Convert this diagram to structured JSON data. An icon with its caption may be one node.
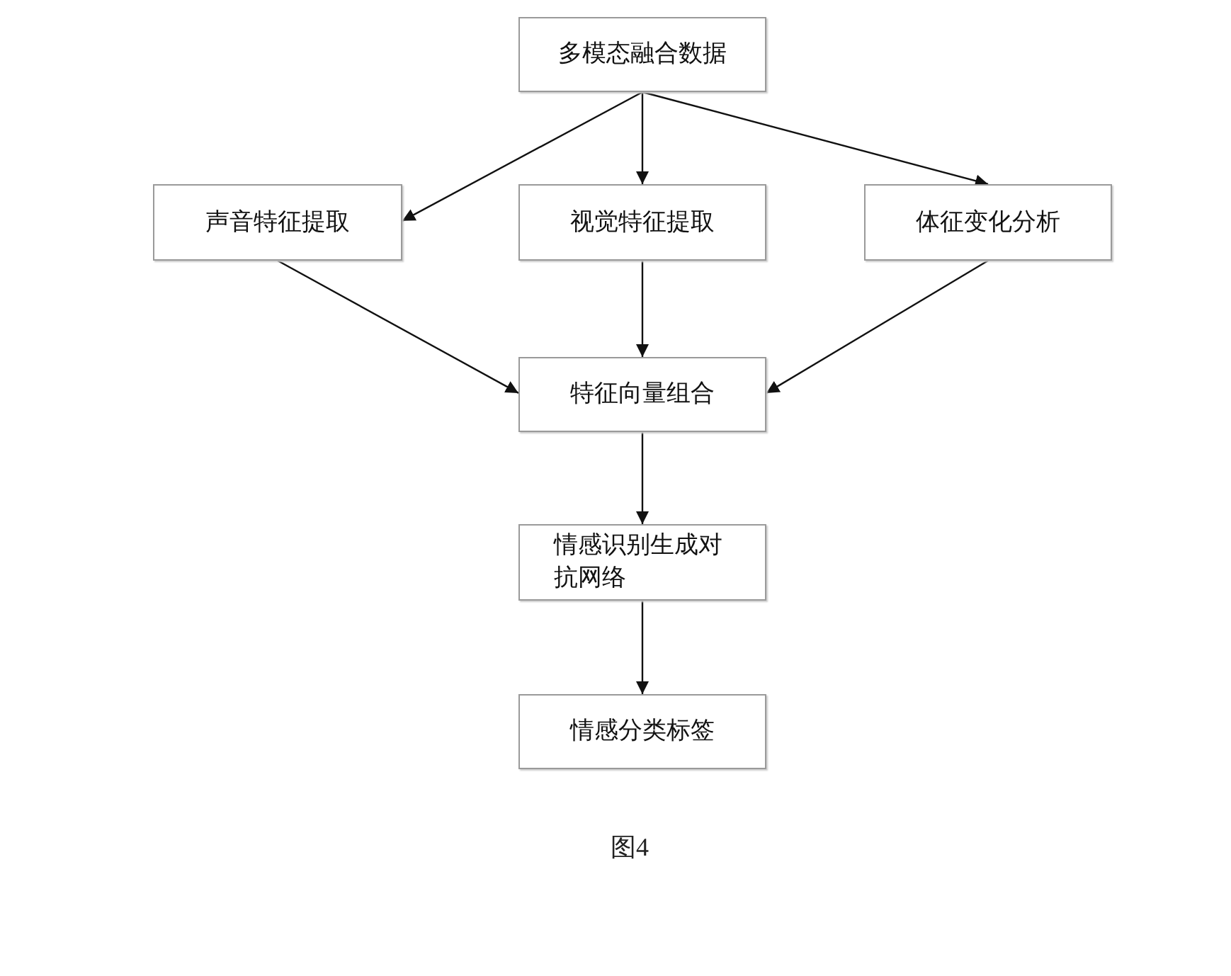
{
  "diagram": {
    "caption": "图4",
    "nodes": [
      {
        "text": [
          "多模态融合数据"
        ]
      },
      {
        "text": [
          "声音特征提取"
        ]
      },
      {
        "text": [
          "视觉特征提取"
        ]
      },
      {
        "text": [
          "体征变化分析"
        ]
      },
      {
        "text": [
          "特征向量组合"
        ]
      },
      {
        "text": [
          "情感识别生成对抗网络"
        ]
      },
      {
        "text": [
          "情感分类标签"
        ]
      }
    ],
    "edges": [
      {
        "from": 0,
        "to": 1,
        "arrow": "to"
      },
      {
        "from": 0,
        "to": 2,
        "arrow": "to"
      },
      {
        "from": 0,
        "to": 3,
        "arrow": "to"
      },
      {
        "from": 1,
        "to": 4,
        "arrow": "to"
      },
      {
        "from": 2,
        "to": 4,
        "arrow": "to"
      },
      {
        "from": 3,
        "to": 4,
        "arrow": "to"
      },
      {
        "from": 4,
        "to": 5,
        "arrow": "to"
      },
      {
        "from": 5,
        "to": 6,
        "arrow": "to"
      }
    ]
  }
}
